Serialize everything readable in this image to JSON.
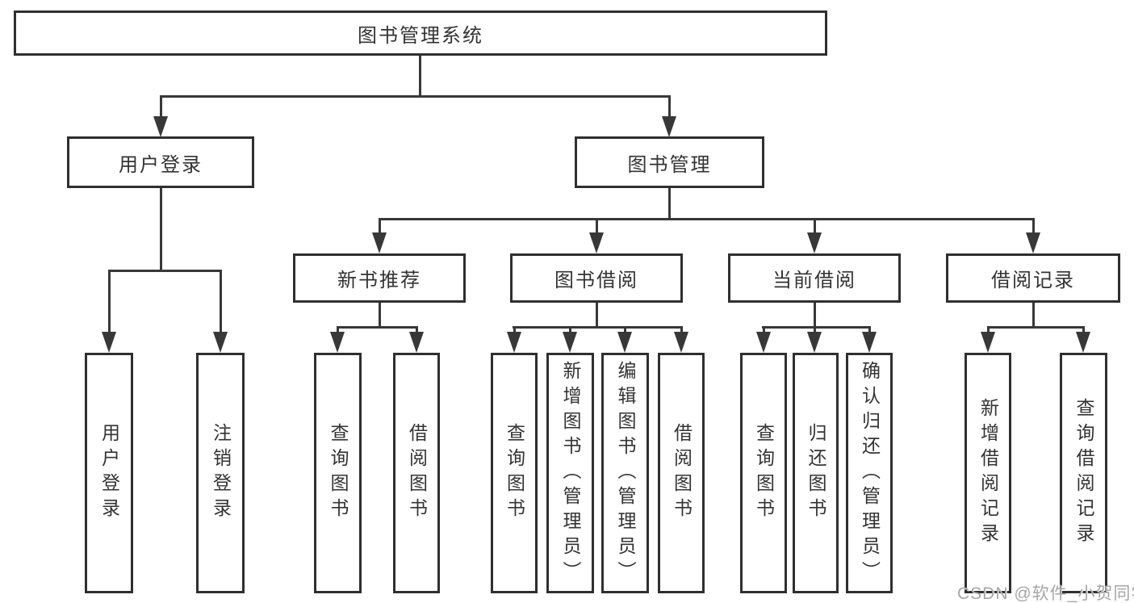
{
  "diagram": {
    "root": {
      "label": "图书管理系统"
    },
    "branches": [
      {
        "label": "用户登录",
        "children": [
          {
            "label": "用户登录"
          },
          {
            "label": "注销登录"
          }
        ]
      },
      {
        "label": "图书管理",
        "children": [
          {
            "label": "新书推荐",
            "children": [
              {
                "label": "查询图书"
              },
              {
                "label": "借阅图书"
              }
            ]
          },
          {
            "label": "图书借阅",
            "children": [
              {
                "label": "查询图书"
              },
              {
                "label": "新增图书（管理员）"
              },
              {
                "label": "编辑图书（管理员）"
              },
              {
                "label": "借阅图书"
              }
            ]
          },
          {
            "label": "当前借阅",
            "children": [
              {
                "label": "查询图书"
              },
              {
                "label": "归还图书"
              },
              {
                "label": "确认归还（管理员）"
              }
            ]
          },
          {
            "label": "借阅记录",
            "children": [
              {
                "label": "新增借阅记录"
              },
              {
                "label": "查询借阅记录"
              }
            ]
          }
        ]
      }
    ]
  },
  "watermark": {
    "text": "CSDN @软件_小贺同学"
  },
  "colors": {
    "line": "#383838",
    "box_border": "#2f2f2f",
    "text": "#333333",
    "watermark": "#a6a6a6",
    "background": "#ffffff"
  }
}
